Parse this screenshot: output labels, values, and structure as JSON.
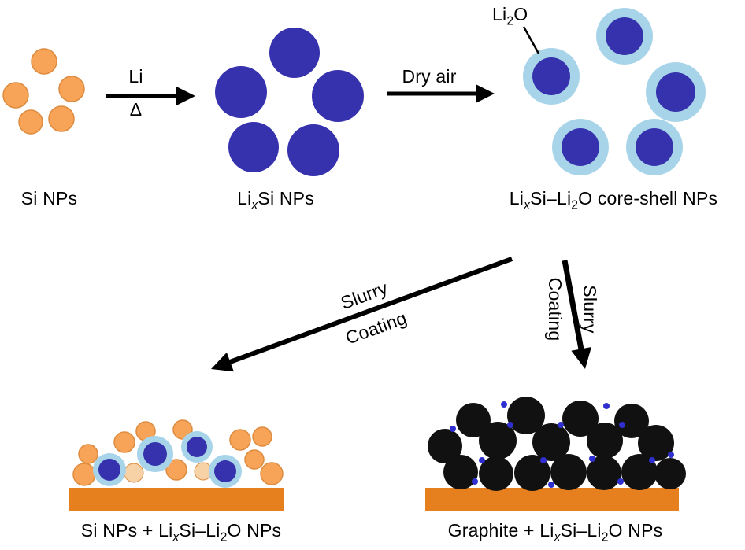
{
  "colors": {
    "background": "#ffffff",
    "text_black": "#000000",
    "arrow_black": "#000000",
    "si_orange": "#F7A459",
    "si_orange_stroke": "#DD8B3E",
    "si_pale": "#F6D2A6",
    "lixsi_blue": "#3631AD",
    "shell_light_blue": "#A8D4E9",
    "substrate_orange": "#E6801F",
    "graphite_black": "#111111",
    "li2o_dot_blue": "#2F2FD0"
  },
  "stage_labels": {
    "si_nps": "Si NPs",
    "lixsi_nps": [
      {
        "t": "Li"
      },
      {
        "sub": "x",
        "i": true
      },
      {
        "t": "Si NPs"
      }
    ],
    "core_shell_nps": [
      {
        "t": "Li"
      },
      {
        "sub": "x",
        "i": true
      },
      {
        "t": "Si–Li"
      },
      {
        "sub": "2"
      },
      {
        "t": "O core-shell NPs"
      }
    ]
  },
  "arrow_labels": {
    "lithiation_reagent": "Li",
    "lithiation_condition": "Δ",
    "oxidation": "Dry air",
    "slurry_left": [
      "Slurry",
      "Coating"
    ],
    "slurry_right": [
      "Slurry",
      "Coating"
    ]
  },
  "callouts": {
    "li2o": [
      {
        "t": "Li"
      },
      {
        "sub": "2"
      },
      {
        "t": "O"
      }
    ]
  },
  "product_labels": {
    "left": [
      {
        "t": "Si NPs + Li"
      },
      {
        "sub": "x",
        "i": true
      },
      {
        "t": "Si–Li"
      },
      {
        "sub": "2"
      },
      {
        "t": "O NPs"
      }
    ],
    "right": [
      {
        "t": "Graphite + Li"
      },
      {
        "sub": "x",
        "i": true
      },
      {
        "t": "Si–Li"
      },
      {
        "sub": "2"
      },
      {
        "t": "O NPs"
      }
    ]
  }
}
